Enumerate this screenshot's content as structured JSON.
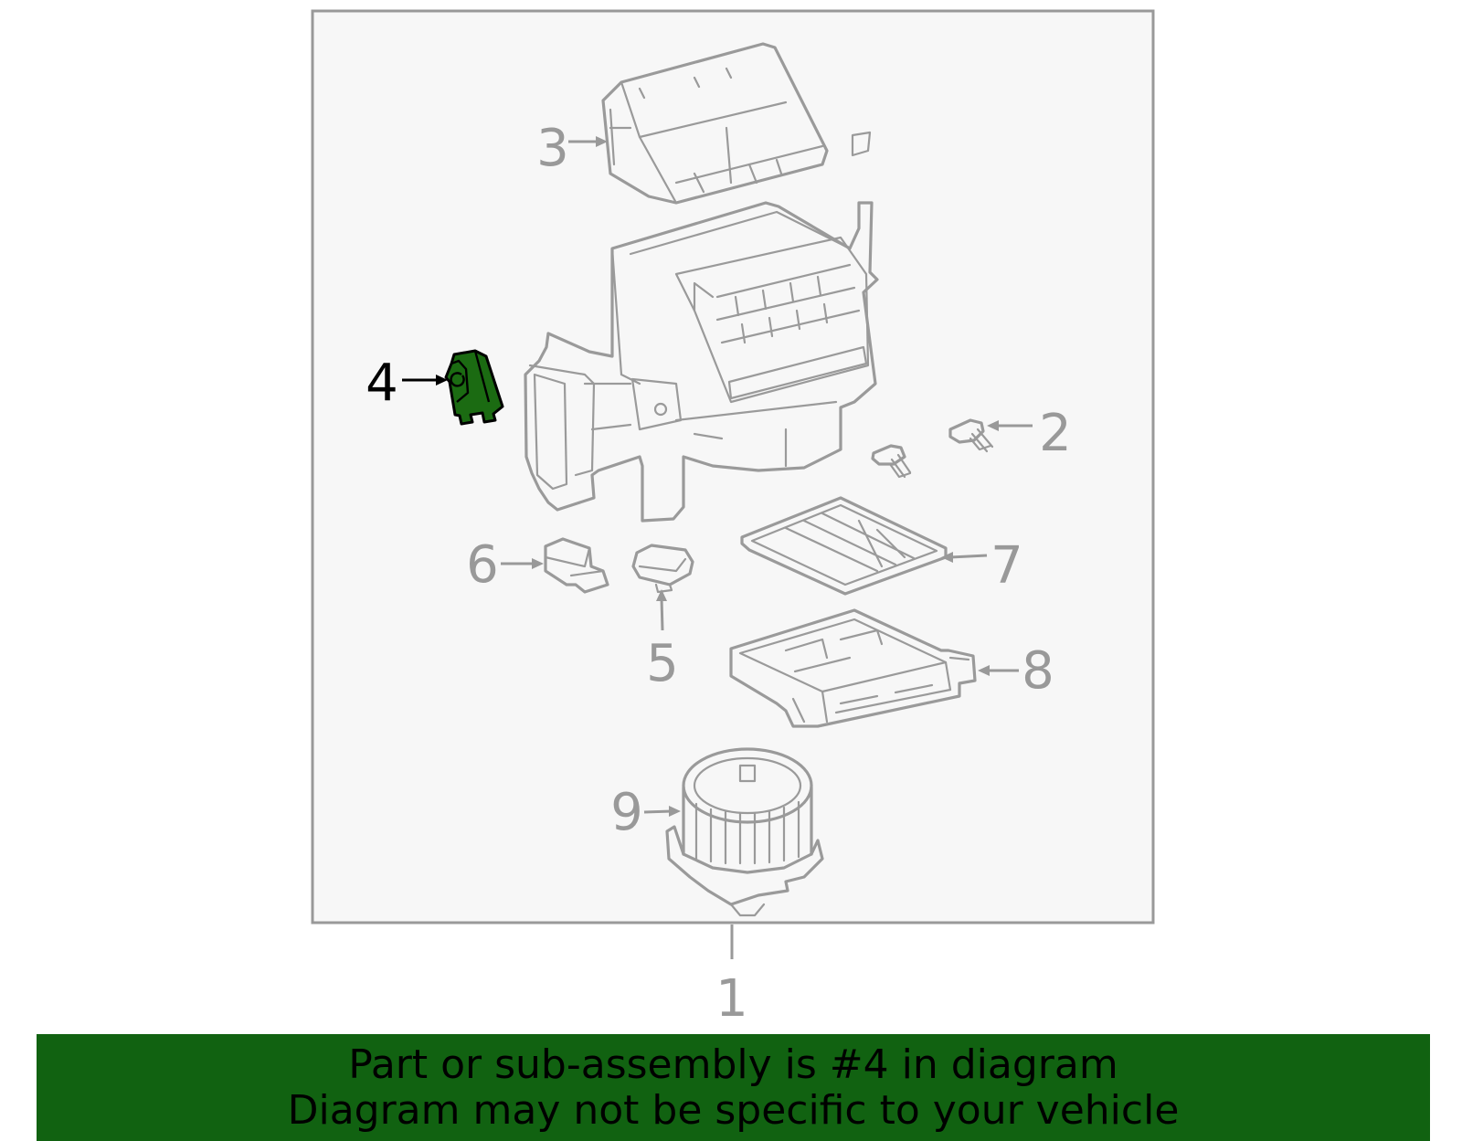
{
  "diagram": {
    "highlighted_part": "4",
    "highlight_color": "#1b6b12",
    "frame_background": "#f7f7f7",
    "callouts": [
      {
        "id": "1",
        "label": "1"
      },
      {
        "id": "2",
        "label": "2"
      },
      {
        "id": "3",
        "label": "3"
      },
      {
        "id": "4",
        "label": "4"
      },
      {
        "id": "5",
        "label": "5"
      },
      {
        "id": "6",
        "label": "6"
      },
      {
        "id": "7",
        "label": "7"
      },
      {
        "id": "8",
        "label": "8"
      },
      {
        "id": "9",
        "label": "9"
      }
    ]
  },
  "banner": {
    "line1": "Part or sub-assembly is #4 in diagram",
    "line2": "Diagram may not be specific to your vehicle",
    "background": "#116211"
  }
}
